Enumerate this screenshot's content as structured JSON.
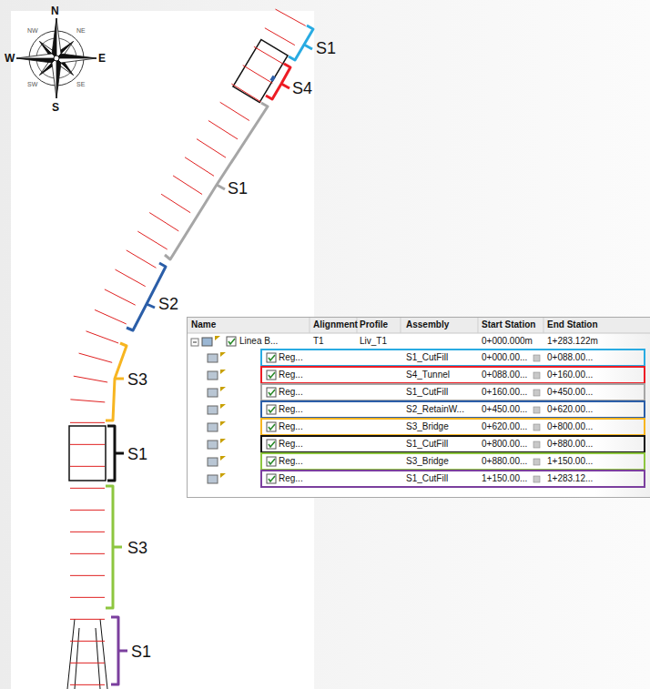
{
  "diagram": {
    "labels": [
      "N",
      "NW",
      "NE",
      "W",
      "E",
      "SW",
      "SE",
      "S",
      "S1",
      "S4",
      "S1",
      "S2",
      "S3",
      "S1",
      "S3",
      "S1",
      "Name",
      "Alignment",
      "Profile",
      "Assembly",
      "Start Station",
      "End Station",
      "Linea B...",
      "T1",
      "Liv_T1",
      "0+000.000m",
      "1+283.122m",
      "Reg...",
      "S1_CutFill",
      "0+000.00...",
      "0+088.00...",
      "Reg...",
      "S4_Tunnel",
      "0+088.00...",
      "0+160.00...",
      "Reg...",
      "S1_CutFill",
      "0+160.00...",
      "0+450.00...",
      "Reg...",
      "S2_RetainW...",
      "0+450.00...",
      "0+620.00...",
      "Reg...",
      "S3_Bridge",
      "0+620.00...",
      "0+800.00...",
      "Reg...",
      "S1_CutFill",
      "0+800.00...",
      "0+880.00...",
      "Reg...",
      "S3_Bridge",
      "0+880.00...",
      "1+150.00...",
      "Reg...",
      "S1_CutFill",
      "1+150.00...",
      "1+283.12..."
    ]
  }
}
